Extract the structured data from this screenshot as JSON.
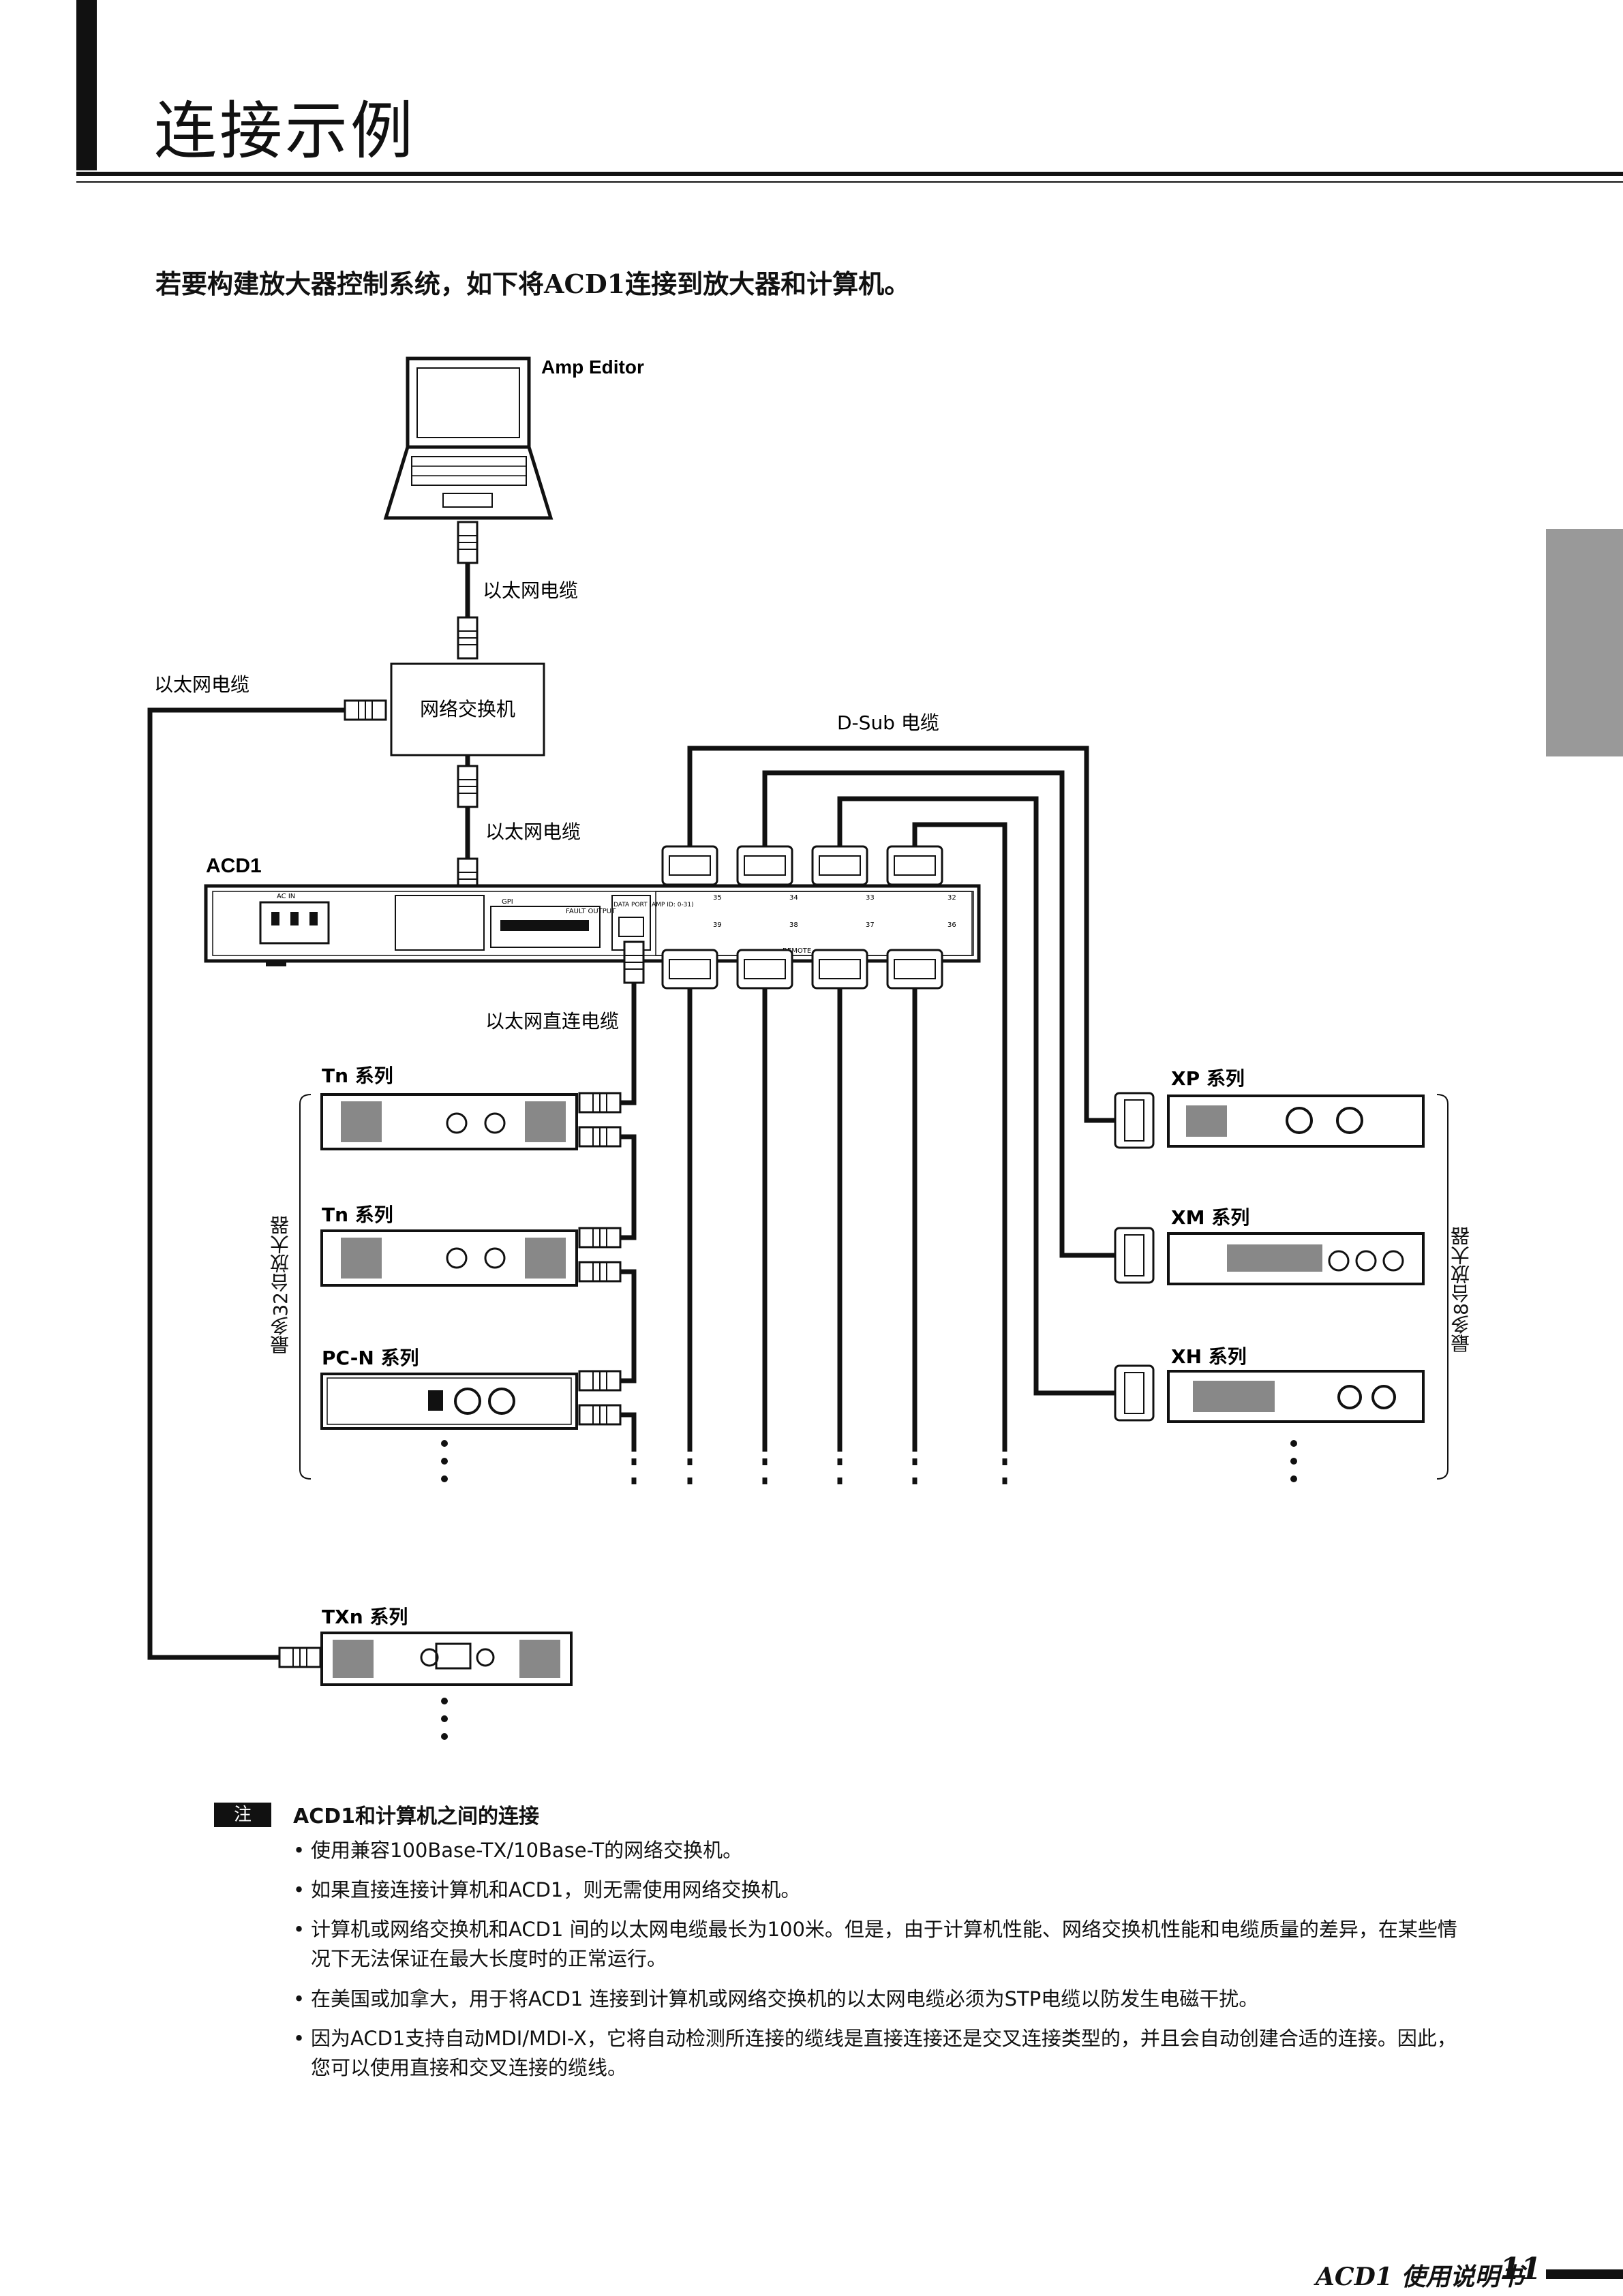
{
  "page": {
    "title": "连接示例",
    "intro": "若要构建放大器控制系统，如下将ACD1连接到放大器和计算机。",
    "footer_label": "ACD1 使用说明书",
    "page_number": "11"
  },
  "diagram": {
    "amp_editor": "Amp Editor",
    "cable_ethernet_top": "以太网电缆",
    "cable_ethernet_left": "以太网电缆",
    "network_switch": "网络交换机",
    "dsub_cable": "D-Sub 电缆",
    "cable_ethernet_mid": "以太网电缆",
    "acd1": "ACD1",
    "straight_cable": "以太网直连电缆",
    "tn_series_1": "Tn 系列",
    "tn_series_2": "Tn 系列",
    "pcn_series": "PC-N 系列",
    "txn_series": "TXn 系列",
    "xp_series": "XP 系列",
    "xm_series": "XM 系列",
    "xh_series": "XH 系列",
    "max32": "最多32台放大器",
    "max8": "最多8台放大器",
    "panel_ac_in": "AC IN",
    "panel_gpi": "GPI",
    "panel_fault": "FAULT OUTPUT",
    "panel_data_port": "DATA PORT (AMP ID: 0-31)",
    "panel_remote": "REMOTE",
    "port_numbers_top": [
      "35",
      "34",
      "33",
      "32"
    ],
    "port_numbers_bottom": [
      "39",
      "38",
      "37",
      "36"
    ]
  },
  "note": {
    "badge": "注",
    "heading": "ACD1和计算机之间的连接",
    "items": [
      "使用兼容100Base-TX/10Base-T的网络交换机。",
      "如果直接连接计算机和ACD1，则无需使用网络交换机。",
      "计算机或网络交换机和ACD1 间的以太网电缆最长为100米。但是，由于计算机性能、网络交换机性能和电缆质量的差异，在某些情况下无法保证在最大长度时的正常运行。",
      "在美国或加拿大，用于将ACD1 连接到计算机或网络交换机的以太网电缆必须为STP电缆以防发生电磁干扰。",
      "因为ACD1支持自动MDI/MDI-X，它将自动检测所连接的缆线是直接连接还是交叉连接类型的，并且会自动创建合适的连接。因此，您可以使用直接和交叉连接的缆线。"
    ]
  },
  "colors": {
    "ink": "#111111",
    "tab_gray": "#999999"
  }
}
